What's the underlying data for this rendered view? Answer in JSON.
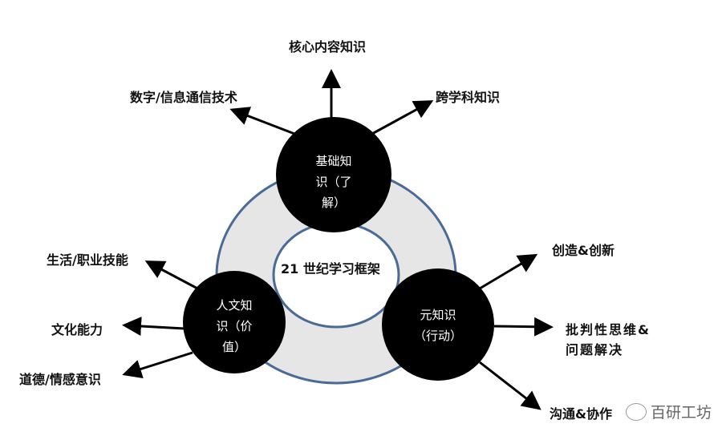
{
  "center_title": "21 世纪学习框架",
  "nodes": {
    "foundational": {
      "lines": [
        "基础知",
        "识（了",
        "解）"
      ]
    },
    "humanistic": {
      "lines": [
        "人文知",
        "识（价",
        "值）"
      ]
    },
    "meta": {
      "lines": [
        "元知识",
        "（行动）"
      ]
    }
  },
  "labels": {
    "core": "核心内容知识",
    "digital": "数字/信息通信技术",
    "interdisciplinary": "跨学科知识",
    "life_career": "生活/职业技能",
    "cultural": "文化能力",
    "ethical": "道德/情感意识",
    "creativity": "创造&创新",
    "critical_1": "批判性思维&",
    "critical_2": "问题解决",
    "communication": "沟通&协作"
  },
  "watermark": "百研工坊",
  "colors": {
    "ring_stroke": "#4a6b95",
    "ring_fill": "#e6e6e6",
    "node": "#000000"
  }
}
